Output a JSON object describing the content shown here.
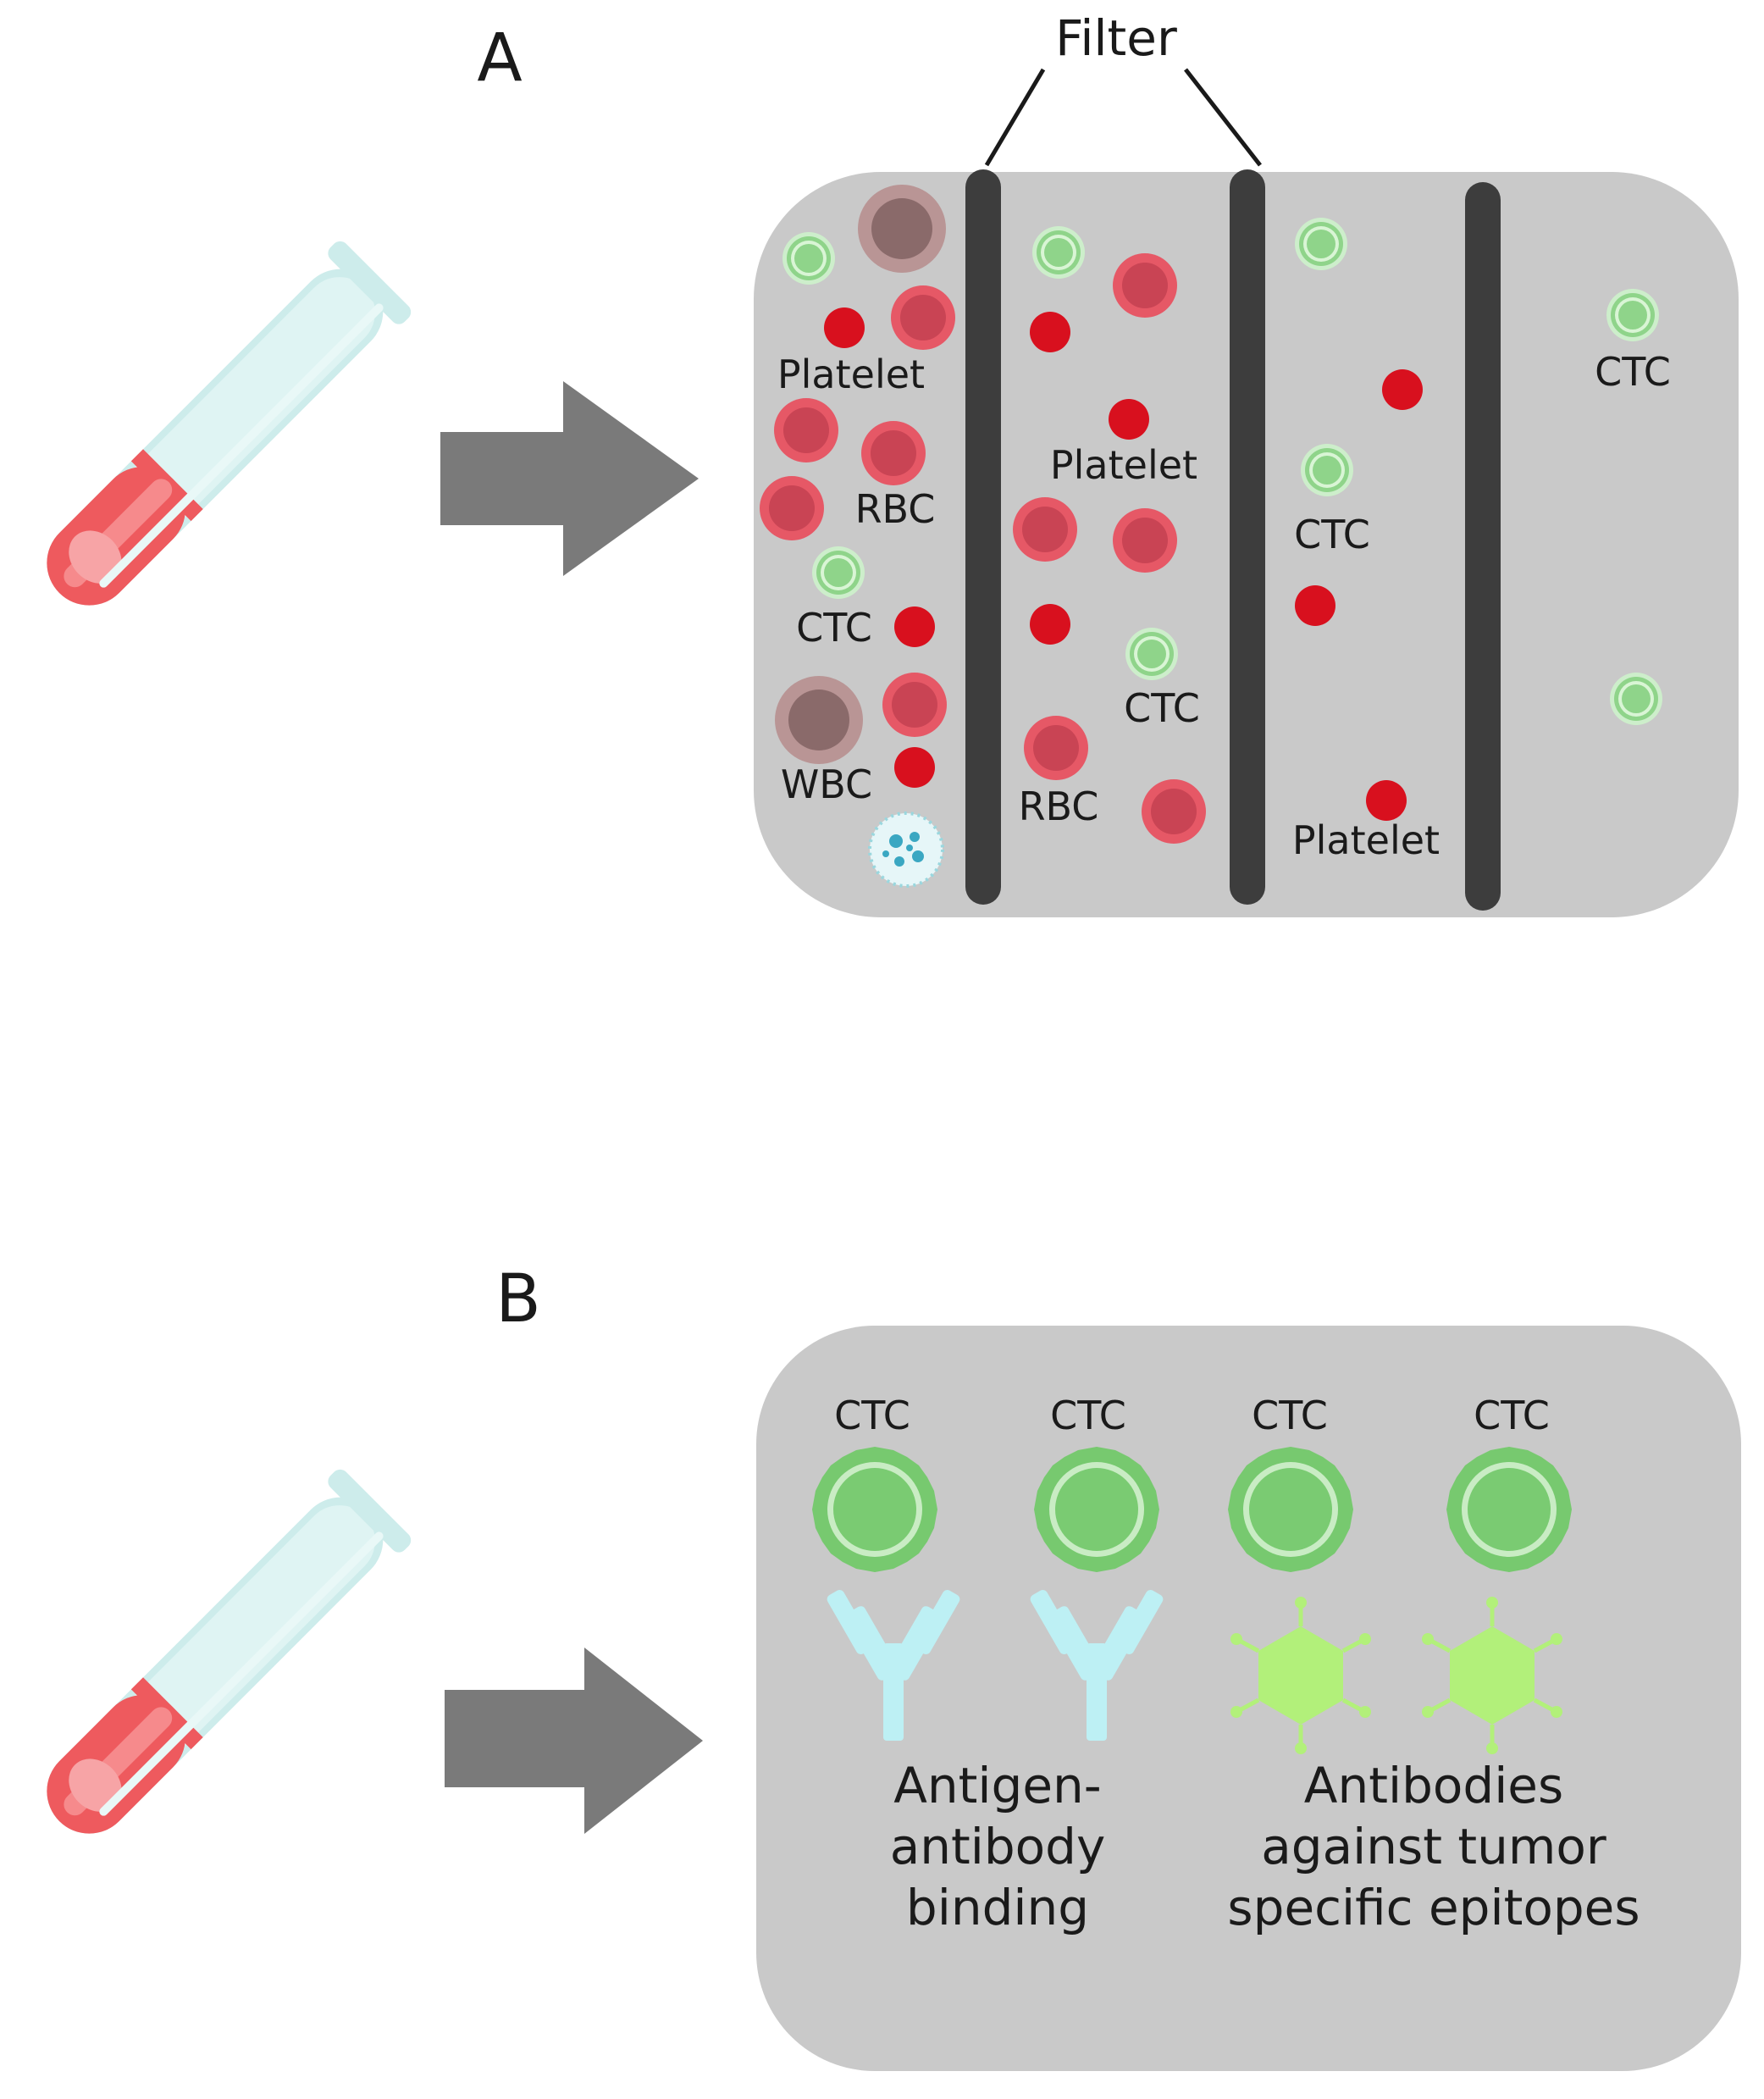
{
  "panel_a": {
    "letter": "A",
    "filter_label": "Filter",
    "labels": {
      "platelet_1": "Platelet",
      "rbc_1": "RBC",
      "ctc_1": "CTC",
      "wbc": "WBC",
      "platelet_2": "Platelet",
      "ctc_2": "CTC",
      "rbc_2": "RBC",
      "ctc_3": "CTC",
      "platelet_3": "Platelet",
      "ctc_4": "CTC"
    }
  },
  "panel_b": {
    "letter": "B",
    "ctc_labels": [
      "CTC",
      "CTC",
      "CTC",
      "CTC"
    ],
    "caption_left": [
      "Antigen-",
      "antibody",
      "binding"
    ],
    "caption_right": [
      "Antibodies",
      "against tumor",
      "specific epitopes"
    ]
  },
  "colors": {
    "chamber": "#c9c9c9",
    "filter_bar": "#3d3d3d",
    "arrow": "#7a7a7a",
    "rbc": "#e0505e",
    "platelet": "#d8101e",
    "ctc": "#8fd48a",
    "wbc": "#a07c7c",
    "antibody": "#bdf0f4",
    "epitope": "#b2f07a",
    "tube_glass": "#d6f0ef",
    "tube_blood": "#ee5a5e"
  }
}
